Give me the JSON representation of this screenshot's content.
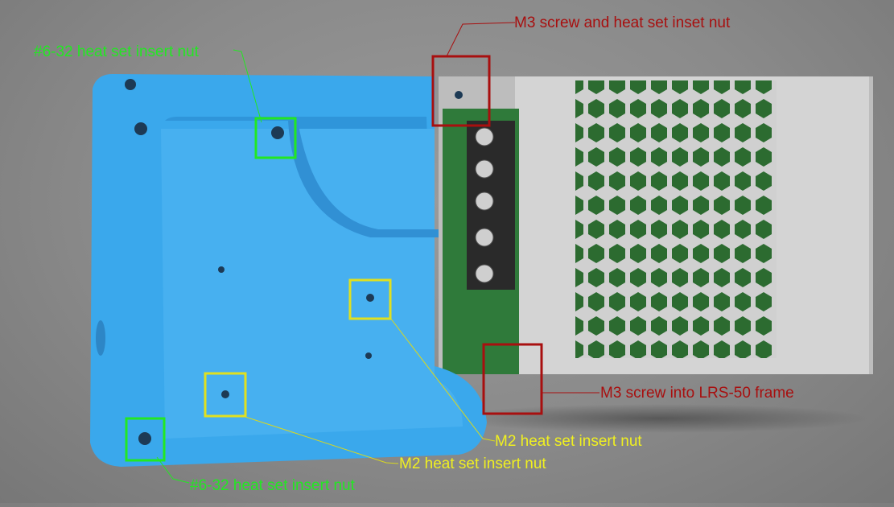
{
  "annotations": {
    "top_left": {
      "text": "#6-32 heat set insert nut",
      "color": "#22e822"
    },
    "bottom_left": {
      "text": "#6-32 heat set insert nut",
      "color": "#22e822"
    },
    "top_right": {
      "text": "M3 screw and heat set inset nut",
      "color": "#a80f0f"
    },
    "right_middle": {
      "text": "M3 screw into LRS-50 frame",
      "color": "#a80f0f"
    },
    "m2_upper": {
      "text": "M2 heat set insert nut",
      "color": "#f0f020"
    },
    "m2_lower": {
      "text": "M2 heat set insert nut",
      "color": "#f0f020"
    }
  },
  "colors": {
    "enclosure": "#3aa8ec",
    "psu_frame": "#c8c8c8",
    "pcb": "#2f7a3a",
    "background": "#8c8c8c"
  }
}
